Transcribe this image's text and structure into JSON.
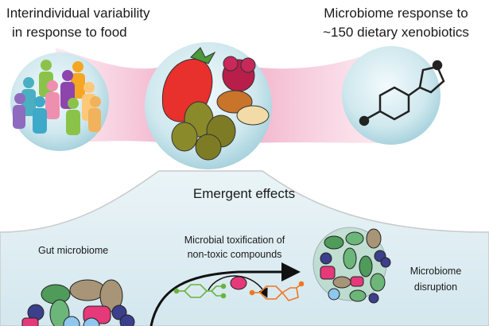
{
  "panels": {
    "left": {
      "line1": "Interindividual variability",
      "line2": "in response to food",
      "icon": "people-group"
    },
    "middle": {
      "icon": "food-fruits-nuts"
    },
    "right": {
      "line1": "Microbiome response to",
      "line2": "~150 dietary xenobiotics",
      "icon": "chemical-structure"
    }
  },
  "emergent": {
    "title": "Emergent effects"
  },
  "bottom": {
    "gut_label": "Gut microbiome",
    "process_line1": "Microbial toxification of",
    "process_line2": "non-toxic compounds",
    "result_line1": "Microbiome",
    "result_line2": "disruption"
  },
  "colors": {
    "bubble": "#cfe8ee",
    "bottom_bg": "#dcecf2",
    "band": "#f6c6d8",
    "compound_nontoxic": "#6ab33f",
    "compound_toxic": "#ef7622"
  }
}
